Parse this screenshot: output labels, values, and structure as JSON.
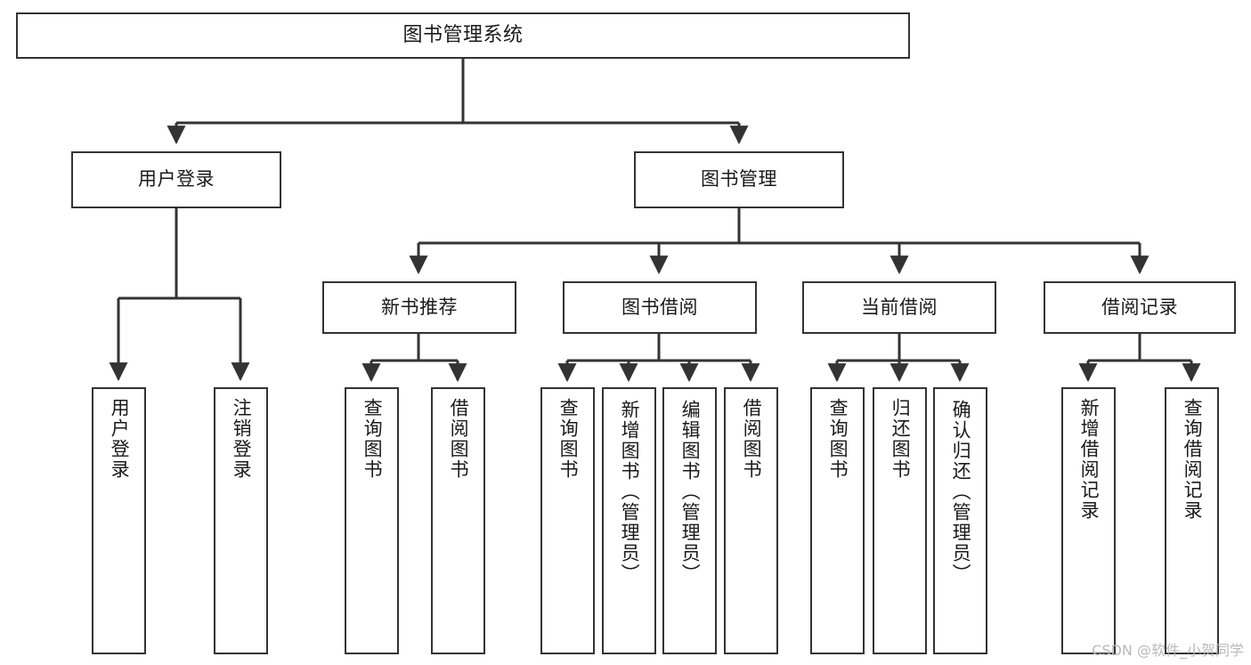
{
  "diagram": {
    "title": "图书管理系统",
    "type": "tree",
    "style": {
      "box_border": "#333333",
      "box_fill": "#ffffff",
      "edge_color": "#333333",
      "background": "#ffffff",
      "watermark_color": "#b9b9b9"
    },
    "root": {
      "label": "图书管理系统"
    },
    "level1": [
      {
        "label": "用户登录"
      },
      {
        "label": "图书管理"
      }
    ],
    "level2": [
      {
        "label": "新书推荐"
      },
      {
        "label": "图书借阅"
      },
      {
        "label": "当前借阅"
      },
      {
        "label": "借阅记录"
      }
    ],
    "leaves": {
      "user_login": [
        {
          "label": "用户登录"
        },
        {
          "label": "注销登录"
        }
      ],
      "new_book_recommend": [
        {
          "label": "查询图书"
        },
        {
          "label": "借阅图书"
        }
      ],
      "book_borrow": [
        {
          "label": "查询图书"
        },
        {
          "label": "新增图书（管理员）"
        },
        {
          "label": "编辑图书（管理员）"
        },
        {
          "label": "借阅图书"
        }
      ],
      "current_borrow": [
        {
          "label": "查询图书"
        },
        {
          "label": "归还图书"
        },
        {
          "label": "确认归还（管理员）"
        }
      ],
      "borrow_record": [
        {
          "label": "新增借阅记录"
        },
        {
          "label": "查询借阅记录"
        }
      ]
    }
  },
  "watermark": {
    "text": "CSDN @软件_小贺同学"
  }
}
